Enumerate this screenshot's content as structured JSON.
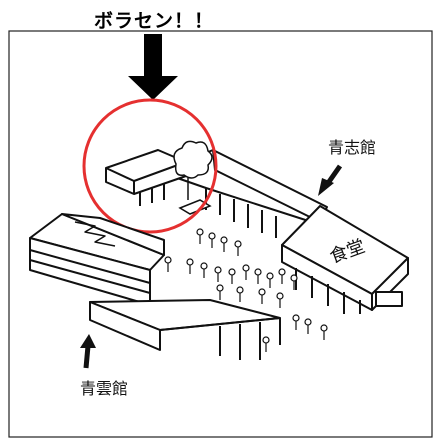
{
  "header": {
    "title": "ボラセン！！"
  },
  "buildings": {
    "seishikan": "青志館",
    "seiunkan": "青雲館",
    "shokudo": "食堂"
  },
  "colors": {
    "highlight_circle": "#e53030",
    "ink": "#111111"
  }
}
